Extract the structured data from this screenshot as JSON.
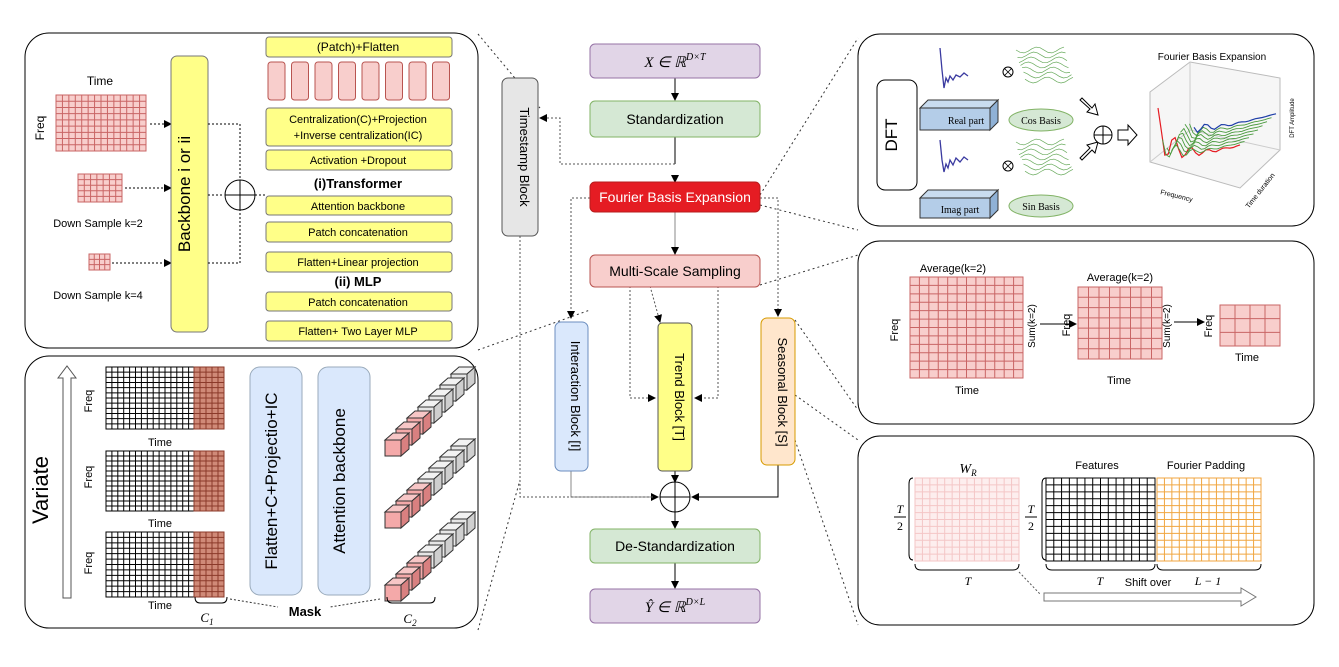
{
  "central": {
    "input": "X ∈ ℝ",
    "input_sup": "D×T",
    "standardization": "Standardization",
    "fourier": "Fourier Basis Expansion",
    "multiscale": "Multi-Scale Sampling",
    "timestamp": "Timestamp Block",
    "interaction": "Interaction Block [I]",
    "trend": "Trend Block [T]",
    "seasonal": "Seasonal Block [S]",
    "destandardization": "De-Standardization",
    "output": "Ŷ ∈ ℝ",
    "output_sup": "D×L"
  },
  "backbone_panel": {
    "time": "Time",
    "freq": "Freq",
    "down2": "Down Sample k=2",
    "down4": "Down Sample k=4",
    "backbone": "Backbone i or ii",
    "patch_flatten": "(Patch)+Flatten",
    "centralization": "Centralization(C)+Projection",
    "inverse": "+Inverse centralization(IC)",
    "activation": "Activation +Dropout",
    "transformer": "(i)Transformer",
    "attention": "Attention backbone",
    "patch_concat": "Patch concatenation",
    "flatten_linear": "Flatten+Linear projection",
    "mlp": "(ii) MLP",
    "patch_concat2": "Patch concatenation",
    "flatten_mlp": "Flatten+ Two Layer MLP"
  },
  "variate_panel": {
    "variate": "Variate",
    "freq": "Freq",
    "time": "Time",
    "c1": "C",
    "c1_sub": "1",
    "c2": "C",
    "c2_sub": "2",
    "mask": "Mask",
    "flatten": "Flatten+C+Projectio+IC",
    "attention": "Attention backbone"
  },
  "dft_panel": {
    "dft": "DFT",
    "real": "Real part",
    "imag": "Imag part",
    "cos": "Cos Basis",
    "sin": "Sin Basis",
    "title": "Fourier Basis Expansion",
    "frequency": "Frequency",
    "time_duration": "Time duration",
    "amplitude": "DFT Amplitude"
  },
  "avg_panel": {
    "average1": "Average(k=2)",
    "average2": "Average(k=2)",
    "sum1": "Sum(k=2)",
    "sum2": "Sum(k=2)",
    "freq": "Freq",
    "time": "Time"
  },
  "pad_panel": {
    "wr": "W",
    "wr_sub": "R",
    "features": "Features",
    "fourier_padding": "Fourier Padding",
    "t_frac_num": "T",
    "t_frac_den": "2",
    "t": "T",
    "l1": "L − 1",
    "shift": "Shift over"
  },
  "colors": {
    "purple": "#e1d5e7",
    "green": "#d5e8d4",
    "red": "#e51c23",
    "pink": "#f8cecc",
    "blue": "#dae8fc",
    "yellow": "#ffff88",
    "orange": "#ffe6cc",
    "gray": "#e6e6e6"
  }
}
